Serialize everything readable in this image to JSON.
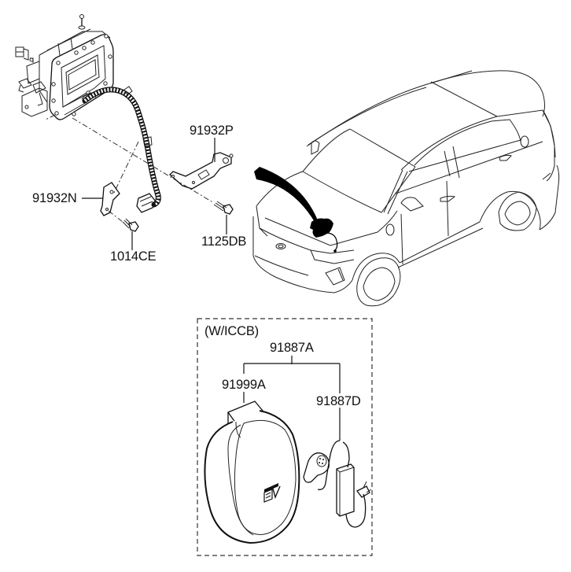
{
  "diagram": {
    "type": "parts-catalog-exploded-view",
    "subject": "EV charging components (on-board charger, harness, brackets, portable charging cable)",
    "callouts": [
      {
        "id": "91932P",
        "label": "91932P",
        "part": "bracket-upper"
      },
      {
        "id": "91932N",
        "label": "91932N",
        "part": "bracket-lower"
      },
      {
        "id": "1125DB",
        "label": "1125DB",
        "part": "bolt"
      },
      {
        "id": "1014CE",
        "label": "1014CE",
        "part": "bolt"
      }
    ],
    "option_box": {
      "title": "(W/ICCB)",
      "parent": {
        "label": "91887A"
      },
      "children": [
        {
          "label": "91999A",
          "part": "charging-cable-bag"
        },
        {
          "label": "91887D",
          "part": "in-cable-control-box-charger"
        }
      ],
      "bag_badge": "EV"
    },
    "colors": {
      "line": "#111111",
      "background": "#ffffff"
    }
  }
}
